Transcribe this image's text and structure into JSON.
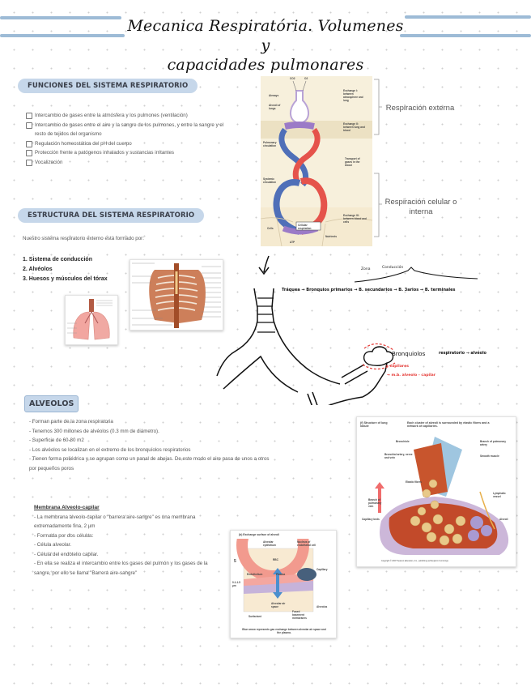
{
  "header": {
    "title_line1": "Mecanica Respiratória. Volumenes y",
    "title_line2": "capacidades pulmonares"
  },
  "colors": {
    "accent_blue": "#9dbbd6",
    "pill_fill": "#c6d7ea",
    "annotation_red": "#e53935",
    "ink": "#111111"
  },
  "funciones": {
    "heading": "FUNCIONES DEL SISTEMA RESPIRATORIO",
    "items": [
      "Intercambio de gases entre la atmósfera y los pulmones (ventilación)",
      "Intercambio de gases entre el aire y la sangre de los pulmones, y entre la sangre y el resto de tejidos del organismo",
      "Regulación homeostática del pH del cuerpo",
      "Protección frente a patógenos inhalados y sustancias irritantes",
      "Vocalización"
    ]
  },
  "estructura": {
    "heading": "ESTRUCTURA DEL SISTEMA RESPIRATORIO",
    "intro": "Nuestro sistema respiratorio externo está formado por:",
    "items": [
      "1. Sistema de conducción",
      "2. Alvéolos",
      "3. Huesos y músculos del tórax"
    ]
  },
  "respiration_diagram": {
    "labels_top": [
      "CO2",
      "O2"
    ],
    "left_labels": [
      "Airways",
      "Alveoli of lungs",
      "Pulmonary circulation",
      "Systemic circulation",
      "Cells",
      "ATP"
    ],
    "right_labels": [
      "Exchange I: between atmosphere and lung",
      "Exchange II: between lung and blood",
      "Transport of gases in the blood",
      "Exchange III: between blood and cells"
    ],
    "center_labels": [
      "Cellular respiration",
      "Nutrients"
    ],
    "annotation_external": "Respiración externa",
    "annotation_internal": "Respiración celular o interna"
  },
  "sketch": {
    "zone_label_1": "Zona",
    "zone_label_2": "Conducción",
    "chain": "Tráquea → Bronquios primarios → B. secundarios → B. 3arios → B. terminales",
    "bronquiolos": "Bronquiolos",
    "bronquiolos_chain": "respiratorio → alvéolo",
    "red_1": "→ capilares",
    "red_2": "→ m.b. alveolo - capilar"
  },
  "alveolos": {
    "heading": "ALVEOLOS",
    "items": [
      "- Forman parte de la zona respiratoria",
      "- Tenemos 300 millones de alvéolos (0.3 mm de diámetro).",
      "- Superficie de 60-80 m2",
      "- Los alvéolos se localizan en el extremo de los bronquíolos respiratorios",
      "- Tienen forma poliédrica y se agrupan como un panal de abejas. De este modo el aire pasa de unos a otros por pequeños poros"
    ]
  },
  "membrana": {
    "heading": "Membrana Alveolo-capilar",
    "items": [
      "- La membrana alveolo-capilar o \"barrera aire-sangre\" es una membrana extremadamente fina, 2 µm",
      "- Formada por dos células:",
      "- Célula alveolar.",
      "- Célula del endotelio capilar.",
      "- En ella se realiza el intercambio entre los gases del pulmón y los gases de la sangre, por ello se llama \"Barrera aire-sangre\""
    ]
  },
  "lobule_figure": {
    "caption_letter": "(f) Structure of lung lobule",
    "caption": "Each cluster of alveoli is surrounded by elastic fibers and a network of capillaries.",
    "labels": [
      "Bronchiole",
      "Branch of pulmonary artery",
      "Bronchial artery, nerve and vein",
      "Smooth muscle",
      "Elastic fibers",
      "Lymphatic vessel",
      "Branch of pulmonary vein",
      "Capillary beds",
      "Alveoli"
    ],
    "copyright": "Copyright © 2007 Pearson Education, Inc., publishing as Benjamin Cummings."
  },
  "exchange_figure": {
    "title": "(b) Exchange surface of alveoli",
    "labels": [
      "Alveolar epithelium",
      "Nucleus of endothelial cell",
      "RBC",
      "Endothelium",
      "Plasma",
      "Capillary",
      "Alveolar air space",
      "Surfactant",
      "Fused basement membranes",
      "Alveolus",
      "0.1-1.5 µm"
    ],
    "letter": "5",
    "caption": "Blue arrow represents gas exchange between alveolar air space and the plasma."
  }
}
